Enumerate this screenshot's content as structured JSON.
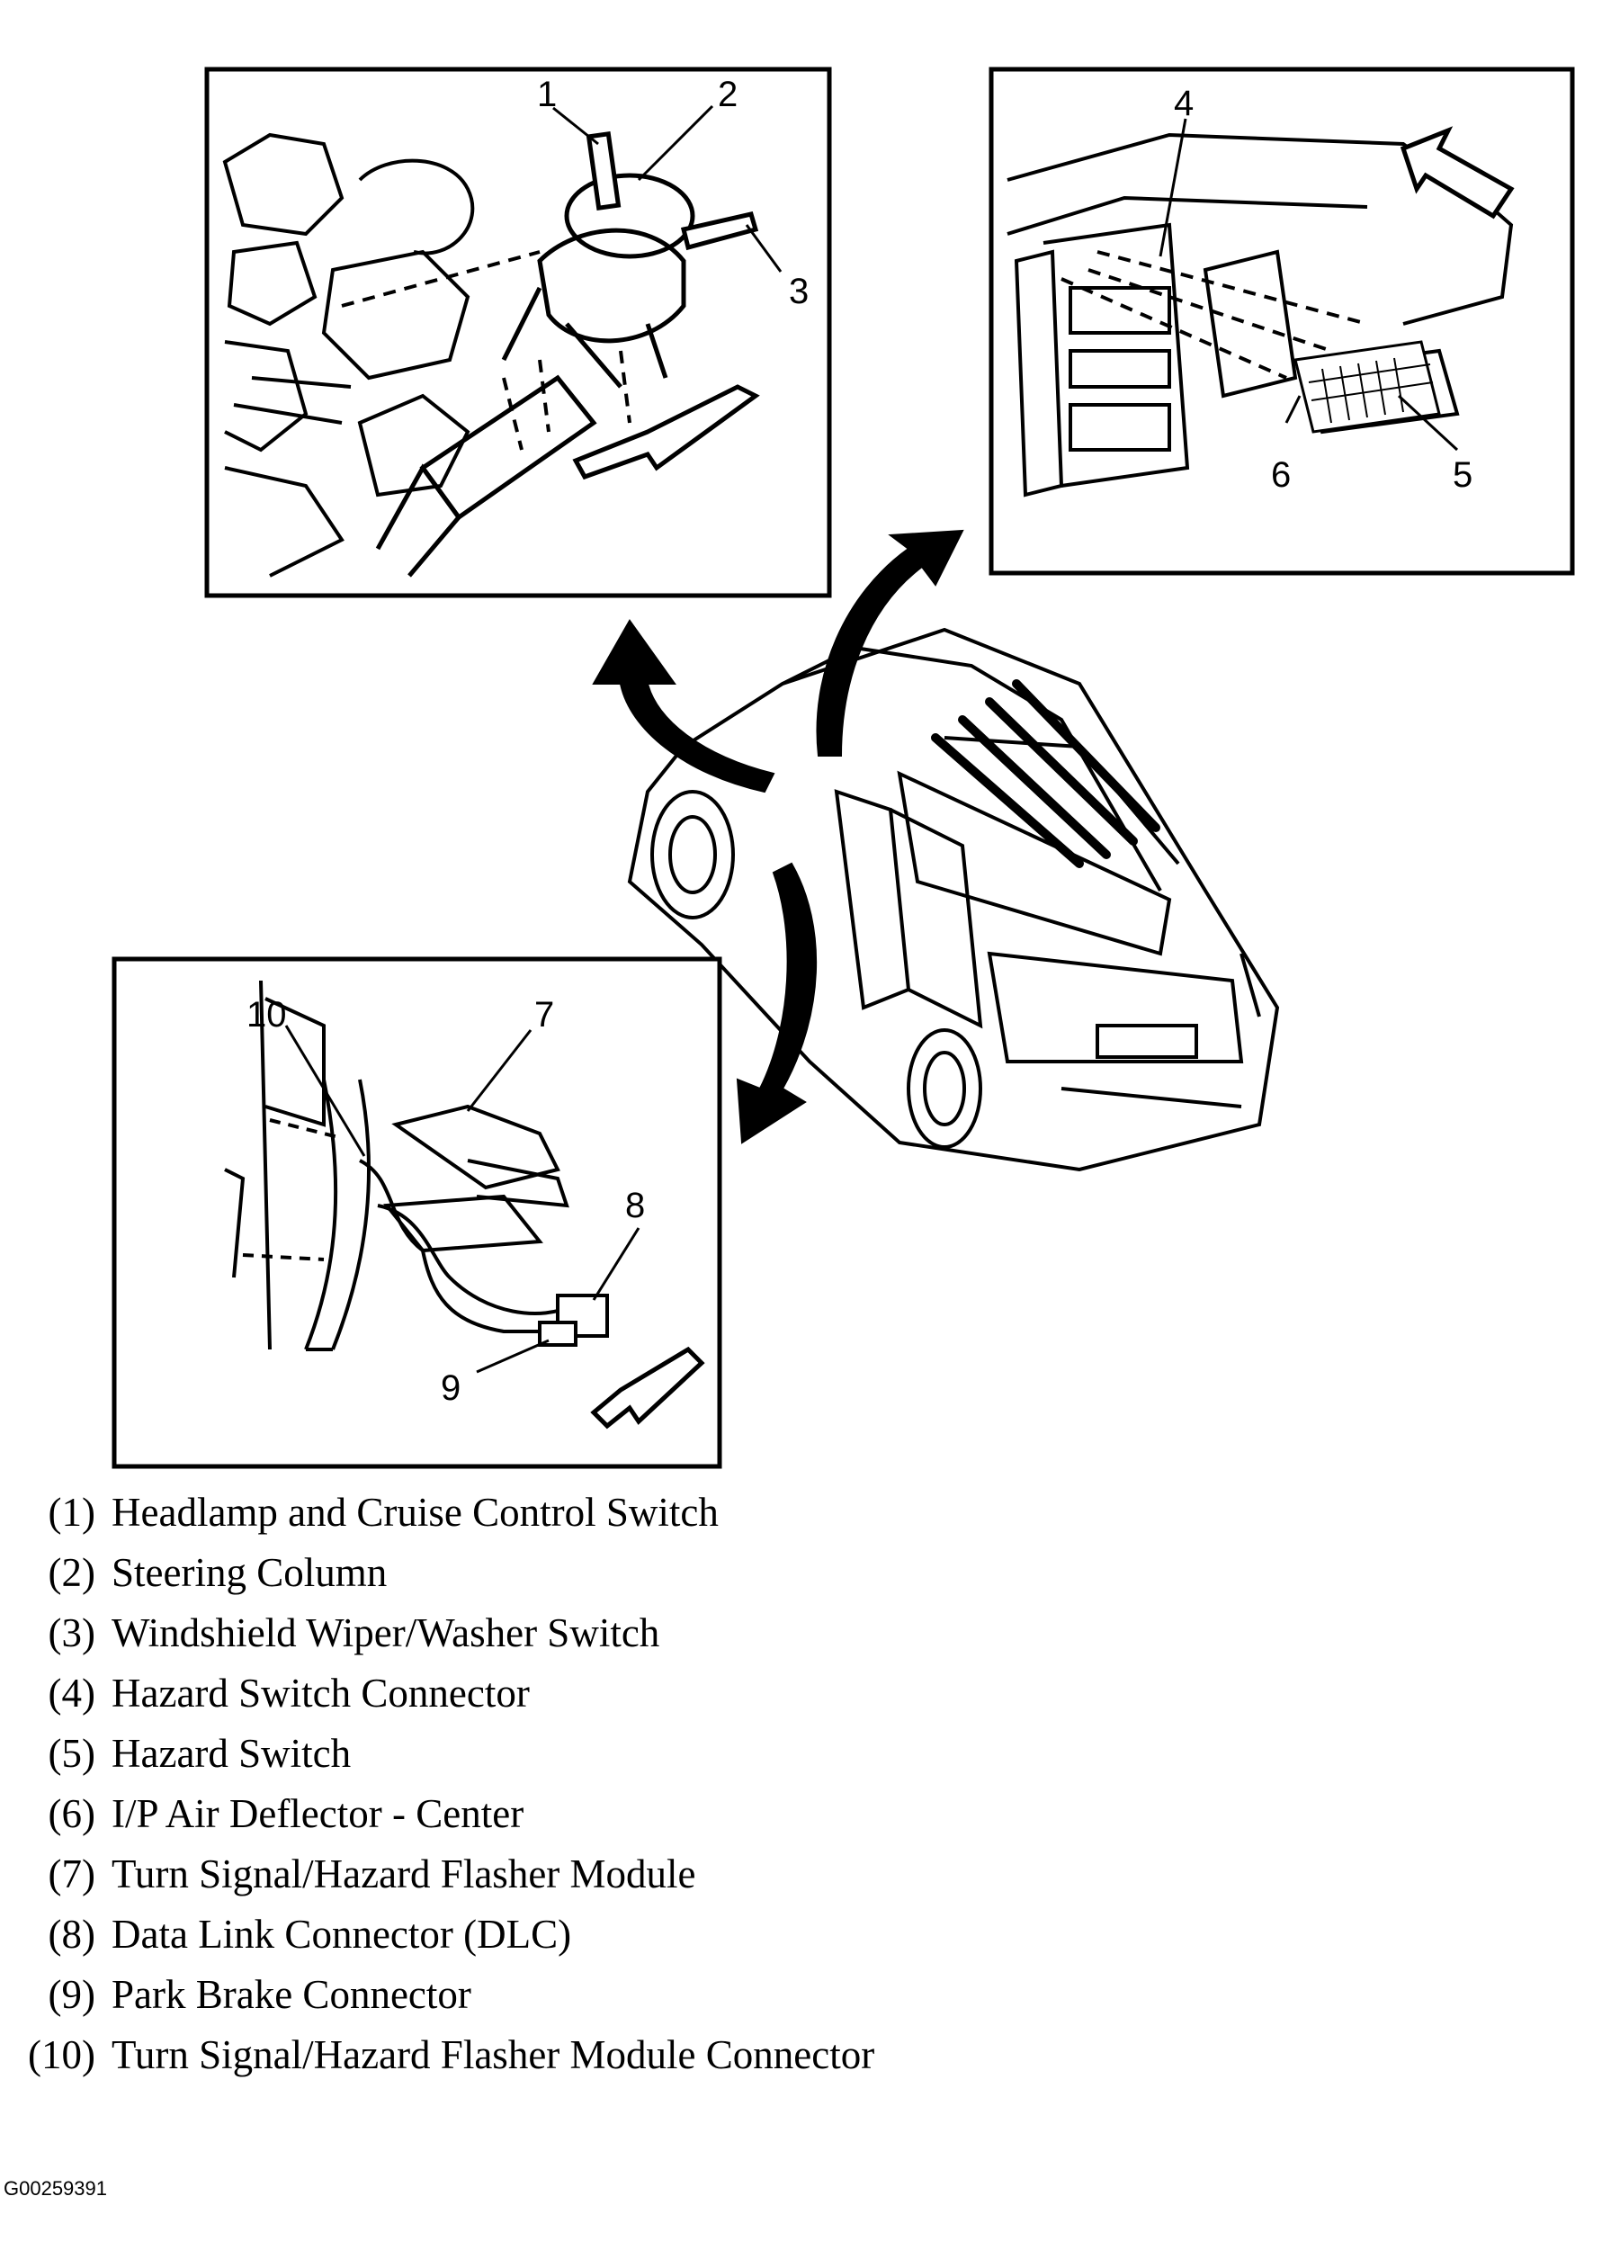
{
  "callouts": {
    "c1": "1",
    "c2": "2",
    "c3": "3",
    "c4": "4",
    "c5": "5",
    "c6": "6",
    "c7": "7",
    "c8": "8",
    "c9": "9",
    "c10": "10"
  },
  "legend": [
    {
      "num": "(1)",
      "text": "Headlamp and Cruise Control Switch"
    },
    {
      "num": "(2)",
      "text": "Steering Column"
    },
    {
      "num": "(3)",
      "text": "Windshield Wiper/Washer Switch"
    },
    {
      "num": "(4)",
      "text": "Hazard Switch Connector"
    },
    {
      "num": "(5)",
      "text": "Hazard Switch"
    },
    {
      "num": "(6)",
      "text": "I/P Air Deflector - Center"
    },
    {
      "num": "(7)",
      "text": "Turn Signal/Hazard Flasher Module"
    },
    {
      "num": "(8)",
      "text": "Data Link Connector (DLC)"
    },
    {
      "num": "(9)",
      "text": "Park Brake Connector"
    },
    {
      "num": "(10)",
      "text": "Turn Signal/Hazard Flasher Module Connector"
    }
  ],
  "figure_id": "G00259391"
}
